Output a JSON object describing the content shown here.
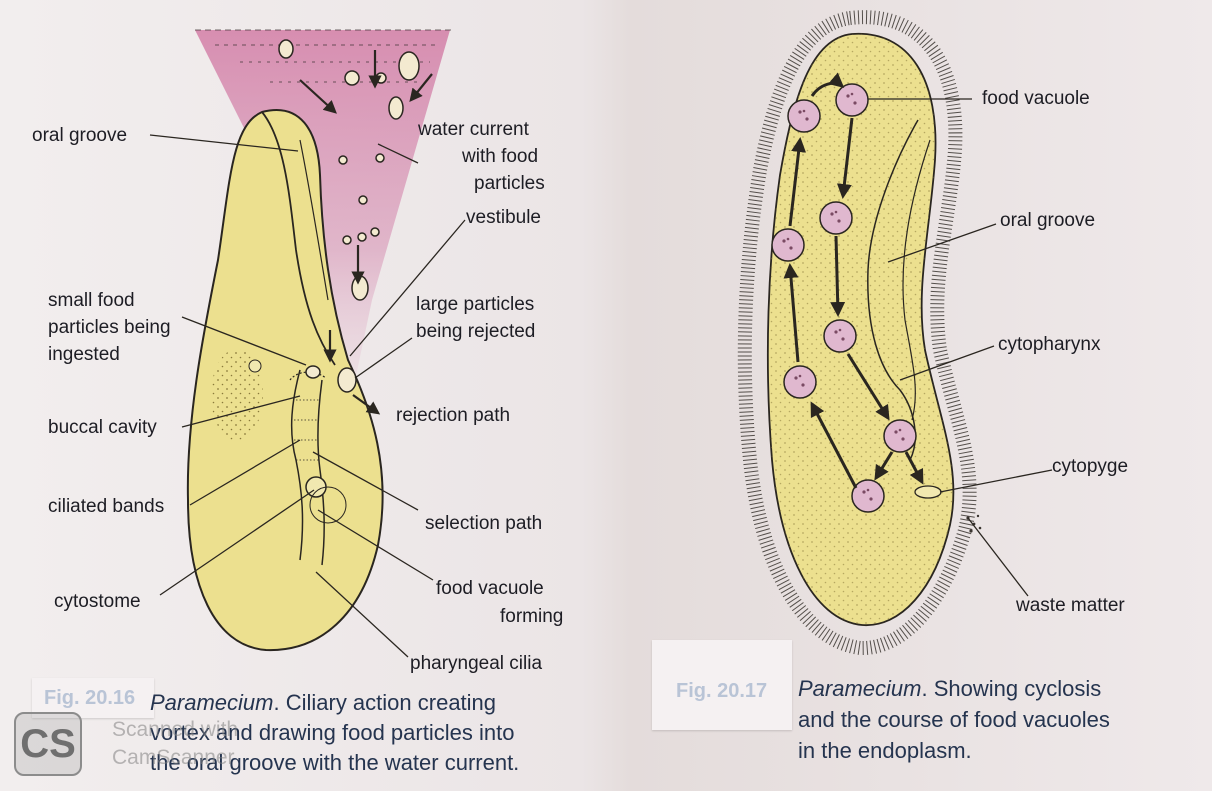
{
  "left_figure": {
    "labels": {
      "oral_groove": "oral groove",
      "water_current_1": "water current",
      "water_current_2": "with food",
      "water_current_3": "particles",
      "vestibule": "vestibule",
      "small_food_1": "small food",
      "small_food_2": "particles being",
      "small_food_3": "ingested",
      "large_particles_1": "large particles",
      "large_particles_2": "being rejected",
      "buccal_cavity": "buccal cavity",
      "rejection_path": "rejection path",
      "ciliated_bands": "ciliated bands",
      "selection_path": "selection path",
      "cytostome": "cytostome",
      "food_vacuole_forming_1": "food vacuole",
      "food_vacuole_forming_2": "forming",
      "pharyngeal_cilia": "pharyngeal cilia"
    },
    "caption": {
      "fig_number": "Fig. 20.16",
      "species": "Paramecium",
      "line1_rest": ". Ciliary action creating",
      "line2": "vortex and drawing food particles into",
      "line3": "the oral groove with the water current."
    }
  },
  "right_figure": {
    "labels": {
      "food_vacuole": "food vacuole",
      "oral_groove": "oral groove",
      "cytopharynx": "cytopharynx",
      "cytopyge": "cytopyge",
      "waste_matter": "waste matter"
    },
    "caption": {
      "fig_number": "Fig. 20.17",
      "species": "Paramecium",
      "line1_rest": ". Showing cyclosis",
      "line2": "and the course of food vacuoles",
      "line3": "in the endoplasm."
    }
  },
  "watermark": {
    "logo": "CS",
    "line1": "Scanned with",
    "line2": "CamScanner"
  },
  "colors": {
    "cell_fill": "#ecdf93",
    "vortex": "#c8709c",
    "vacuole": "#e0b8cf",
    "ink": "#2a2620"
  }
}
